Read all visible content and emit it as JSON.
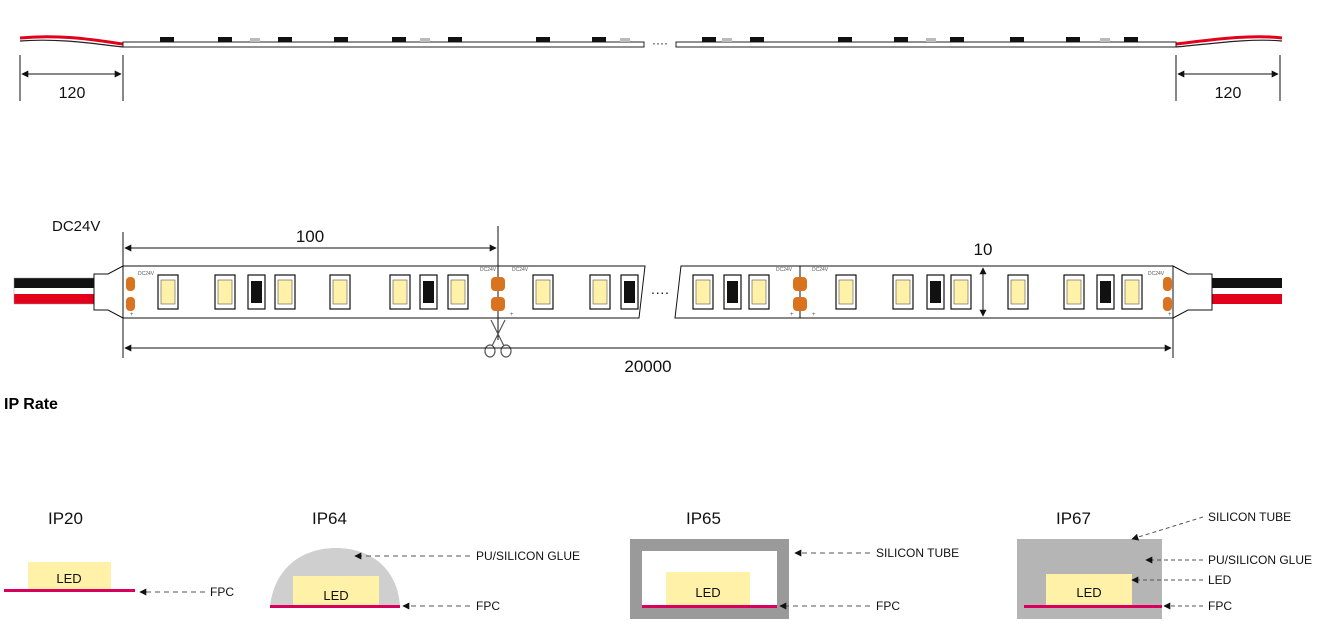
{
  "top_strip": {
    "left_lead_length": "120",
    "right_lead_length": "120"
  },
  "main_strip": {
    "voltage_label": "DC24V",
    "cut_length": "100",
    "width": "10",
    "total_length": "20000",
    "pad_label": "DC24V",
    "pad_plus": "+"
  },
  "ip_section": {
    "heading": "IP Rate",
    "ratings": [
      {
        "name": "IP20",
        "led": "LED",
        "callouts": [
          "FPC"
        ]
      },
      {
        "name": "IP64",
        "led": "LED",
        "callouts": [
          "PU/SILICON GLUE",
          "FPC"
        ]
      },
      {
        "name": "IP65",
        "led": "LED",
        "callouts": [
          "SILICON TUBE",
          "FPC"
        ]
      },
      {
        "name": "IP67",
        "led": "LED",
        "callouts": [
          "SILICON TUBE",
          "PU/SILICON GLUE",
          "LED",
          "FPC"
        ]
      }
    ]
  },
  "colors": {
    "red_wire": "#e3001b",
    "black_wire": "#111111",
    "led_yellow": "#fff1a8",
    "fpc_magenta": "#d9005b",
    "pad_orange": "#d9731f",
    "glue_gray": "#cfcfcf"
  }
}
